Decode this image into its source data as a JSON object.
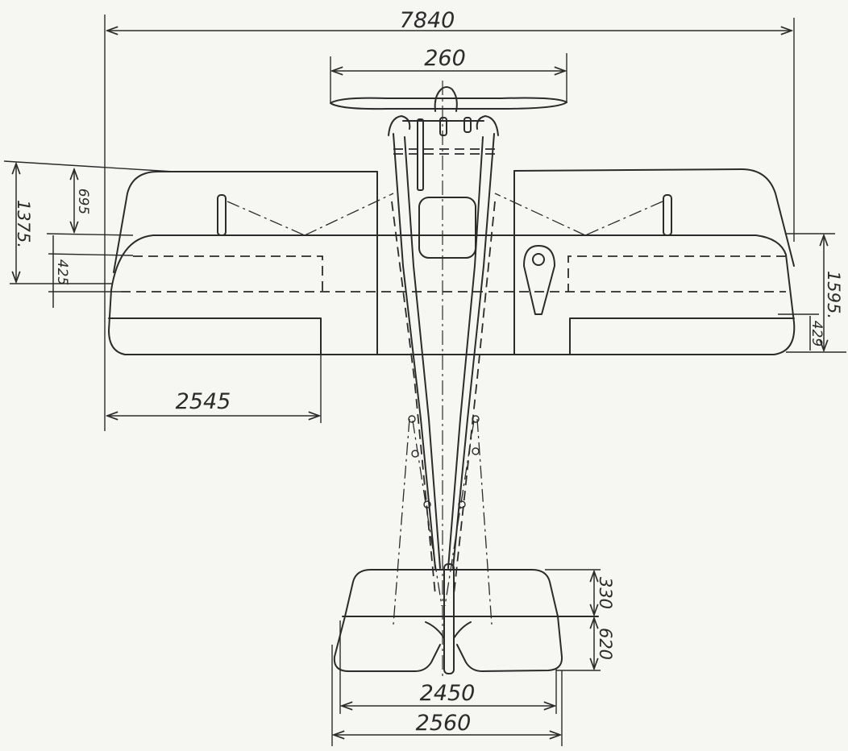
{
  "dimensions": {
    "overall_span": "7840",
    "propeller": "260",
    "left_outer": "1375.",
    "left_upper": "695",
    "left_lower": "425",
    "right_outer": "1595.",
    "right_inner": "429",
    "half_span": "2545",
    "tail_front": "330",
    "tail_rear": "620",
    "tail_inner_span": "2450",
    "tail_span": "2560"
  },
  "colors": {
    "paper": "#f6f6f3",
    "ink": "#2b2b2b"
  }
}
